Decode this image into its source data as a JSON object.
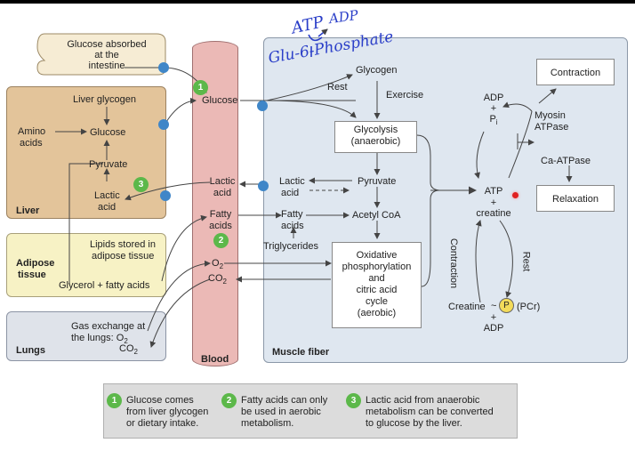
{
  "handwriting": {
    "atp": "ATP",
    "adp": "ADP",
    "glu6p": "Glu-6-Phosphate"
  },
  "intestine": {
    "line1": "Glucose absorbed",
    "line2": "at the",
    "line3": "intestine"
  },
  "liver": {
    "label": "Liver",
    "liver_glycogen": "Liver glycogen",
    "amino1": "Amino",
    "amino2": "acids",
    "glucose": "Glucose",
    "pyruvate": "Pyruvate",
    "lactic1": "Lactic",
    "lactic2": "acid"
  },
  "adipose": {
    "label1": "Adipose",
    "label2": "tissue",
    "lipids1": "Lipids stored in",
    "lipids2": "adipose tissue",
    "glycerol": "Glycerol + fatty acids"
  },
  "lungs": {
    "label": "Lungs",
    "gas1": "Gas exchange at",
    "gas2": "the lungs: O",
    "o2sub": "2",
    "co2": "CO",
    "co2sub": "2"
  },
  "blood": {
    "label": "Blood",
    "glucose": "Glucose",
    "lactic1": "Lactic",
    "lactic2": "acid",
    "fatty1": "Fatty",
    "fatty2": "acids",
    "o2": "O",
    "o2sub": "2",
    "co2": "CO",
    "co2sub": "2"
  },
  "muscle": {
    "label": "Muscle fiber",
    "glycogen": "Glycogen",
    "rest": "Rest",
    "exercise": "Exercise",
    "glycolysis1": "Glycolysis",
    "glycolysis2": "(anaerobic)",
    "pyruvate": "Pyruvate",
    "lactic1": "Lactic",
    "lactic2": "acid",
    "fatty1": "Fatty",
    "fatty2": "acids",
    "triglycerides": "Triglycerides",
    "acetyl": "Acetyl CoA",
    "ox1": "Oxidative",
    "ox2": "phosphorylation",
    "ox3": "and",
    "ox4": "citric acid",
    "ox5": "cycle",
    "ox6": "(aerobic)",
    "adp_top": "ADP",
    "plus_top": "+",
    "pi": "P",
    "pi_sub": "i",
    "myosin1": "Myosin",
    "myosin2": "ATPase",
    "ca": "Ca-ATPase",
    "contraction": "Contraction",
    "relaxation": "Relaxation",
    "atp": "ATP",
    "plus_mid": "+",
    "creatine": "creatine",
    "contraction_v": "Contraction",
    "rest_v": "Rest",
    "creatine2": "Creatine",
    "tilde": "~",
    "p": "P",
    "pcr": "(PCr)",
    "plus_bot": "+",
    "adp_bot": "ADP"
  },
  "badges": {
    "one": "1",
    "two": "2",
    "three": "3"
  },
  "legend": {
    "item1_l1": "Glucose comes",
    "item1_l2": "from liver glycogen",
    "item1_l3": "or dietary intake.",
    "item2_l1": "Fatty acids can only",
    "item2_l2": "be used in aerobic",
    "item2_l3": "metabolism.",
    "item3_l1": "Lactic acid from anaerobic",
    "item3_l2": "metabolism can be converted",
    "item3_l3": "to glucose by the liver."
  },
  "colors": {
    "liver": "#e3c49a",
    "adipose": "#f7f2c5",
    "lungs": "#dfe3ea",
    "blood": "#ebb9b6",
    "muscle": "#dfe7f0",
    "badge": "#5cb84a",
    "dot": "#3f86c8",
    "pcr": "#f3db5a",
    "handwriting": "#2a3ec8"
  }
}
